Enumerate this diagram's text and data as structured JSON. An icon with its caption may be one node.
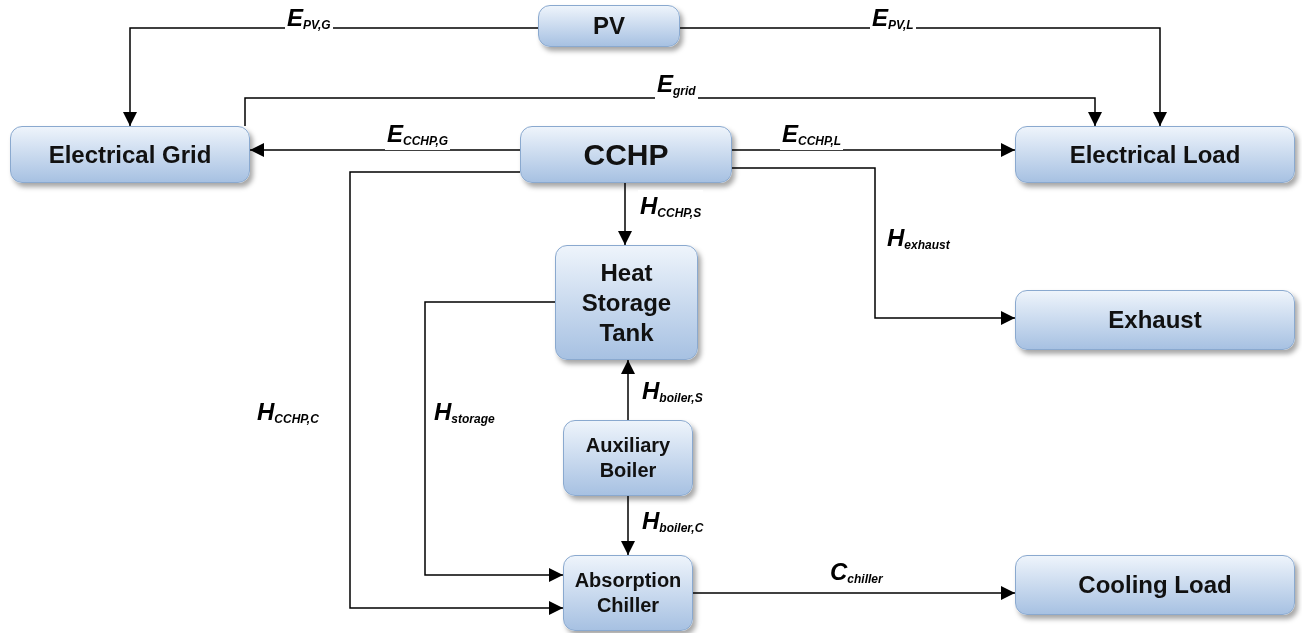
{
  "diagram": {
    "nodes": [
      {
        "text": [
          "PV"
        ]
      },
      {
        "text": [
          "Electrical Grid"
        ]
      },
      {
        "text": [
          "CCHP"
        ]
      },
      {
        "text": [
          "Electrical Load"
        ]
      },
      {
        "text": [
          "Heat Storage Tank"
        ]
      },
      {
        "text": [
          "Exhaust"
        ]
      },
      {
        "text": [
          "Auxiliary Boiler"
        ]
      },
      {
        "text": [
          "Absorption Chiller"
        ]
      },
      {
        "text": [
          "Cooling Load"
        ]
      }
    ],
    "edges": [
      {
        "from": 0,
        "to": 1,
        "arrow": "to",
        "label": "E$_{PV,G}$"
      },
      {
        "from": 0,
        "to": 3,
        "arrow": "to",
        "label": "E$_{PV,L}$"
      },
      {
        "from": 1,
        "to": 3,
        "arrow": "to",
        "label": "E$_{grid}$"
      },
      {
        "from": 2,
        "to": 1,
        "arrow": "to",
        "label": "E$_{CCHP,G}$"
      },
      {
        "from": 2,
        "to": 3,
        "arrow": "to",
        "label": "E$_{CCHP,L}$"
      },
      {
        "from": 2,
        "to": 4,
        "arrow": "to",
        "label": "H$_{CCHP,S}$"
      },
      {
        "from": 2,
        "to": 5,
        "arrow": "to",
        "label": "H$_{exhaust}$"
      },
      {
        "from": 2,
        "to": 7,
        "arrow": "to",
        "label": "H$_{CCHP,C}$"
      },
      {
        "from": 4,
        "to": 7,
        "arrow": "to",
        "label": "H$_{storage}$"
      },
      {
        "from": 6,
        "to": 4,
        "arrow": "to",
        "label": "H$_{boiler,S}$"
      },
      {
        "from": 6,
        "to": 7,
        "arrow": "to",
        "label": "H$_{boiler,C}$"
      },
      {
        "from": 7,
        "to": 8,
        "arrow": "to",
        "label": "C$_{chiller}$"
      }
    ]
  }
}
